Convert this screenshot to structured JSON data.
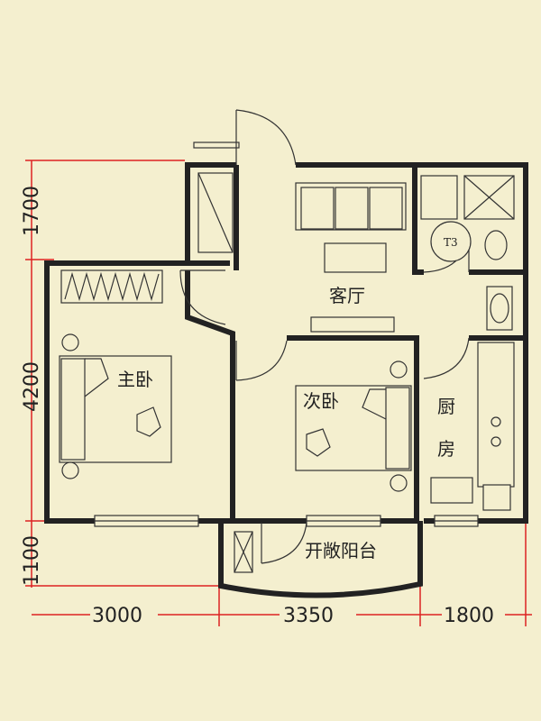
{
  "rooms": {
    "living_room": "客厅",
    "master_bedroom": "主卧",
    "second_bedroom": "次卧",
    "kitchen_line1": "厨",
    "kitchen_line2": "房",
    "balcony": "开敞阳台"
  },
  "fixtures": {
    "wc_mark": "T3"
  },
  "dimensions": {
    "left": [
      "1700",
      "4200",
      "1100"
    ],
    "bottom": [
      "3000",
      "3350",
      "1800"
    ]
  },
  "colors": {
    "background": "#f4efcf",
    "walls": "#222222",
    "dimension_lines": "#dd2222"
  }
}
